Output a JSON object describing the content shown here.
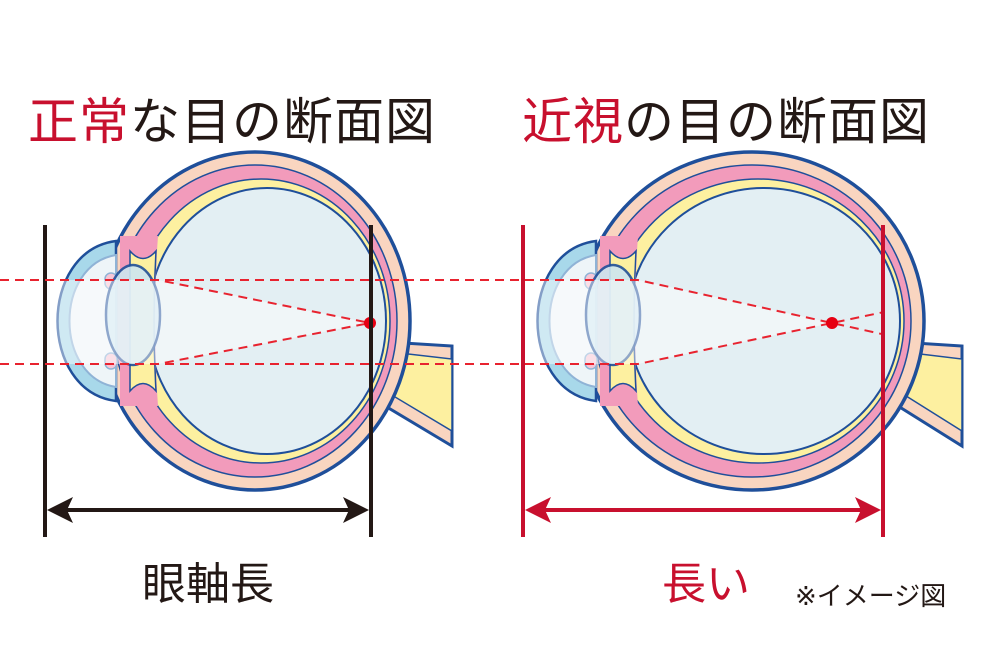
{
  "left": {
    "title_highlight": "正常",
    "title_rest": "な目の断面図",
    "label": "眼軸長"
  },
  "right": {
    "title_highlight": "近視",
    "title_rest": "の目の断面図",
    "label": "長い"
  },
  "note": "※イメージ図",
  "colors": {
    "accent_red": "#c8102e",
    "black": "#231815",
    "outline": "#1f4f9a",
    "sclera": "#f9d5c0",
    "choroid": "#f29bbb",
    "retina": "#fdf0a0",
    "vitreous": "#e3eff3",
    "cornea": "#a8d8ea"
  }
}
